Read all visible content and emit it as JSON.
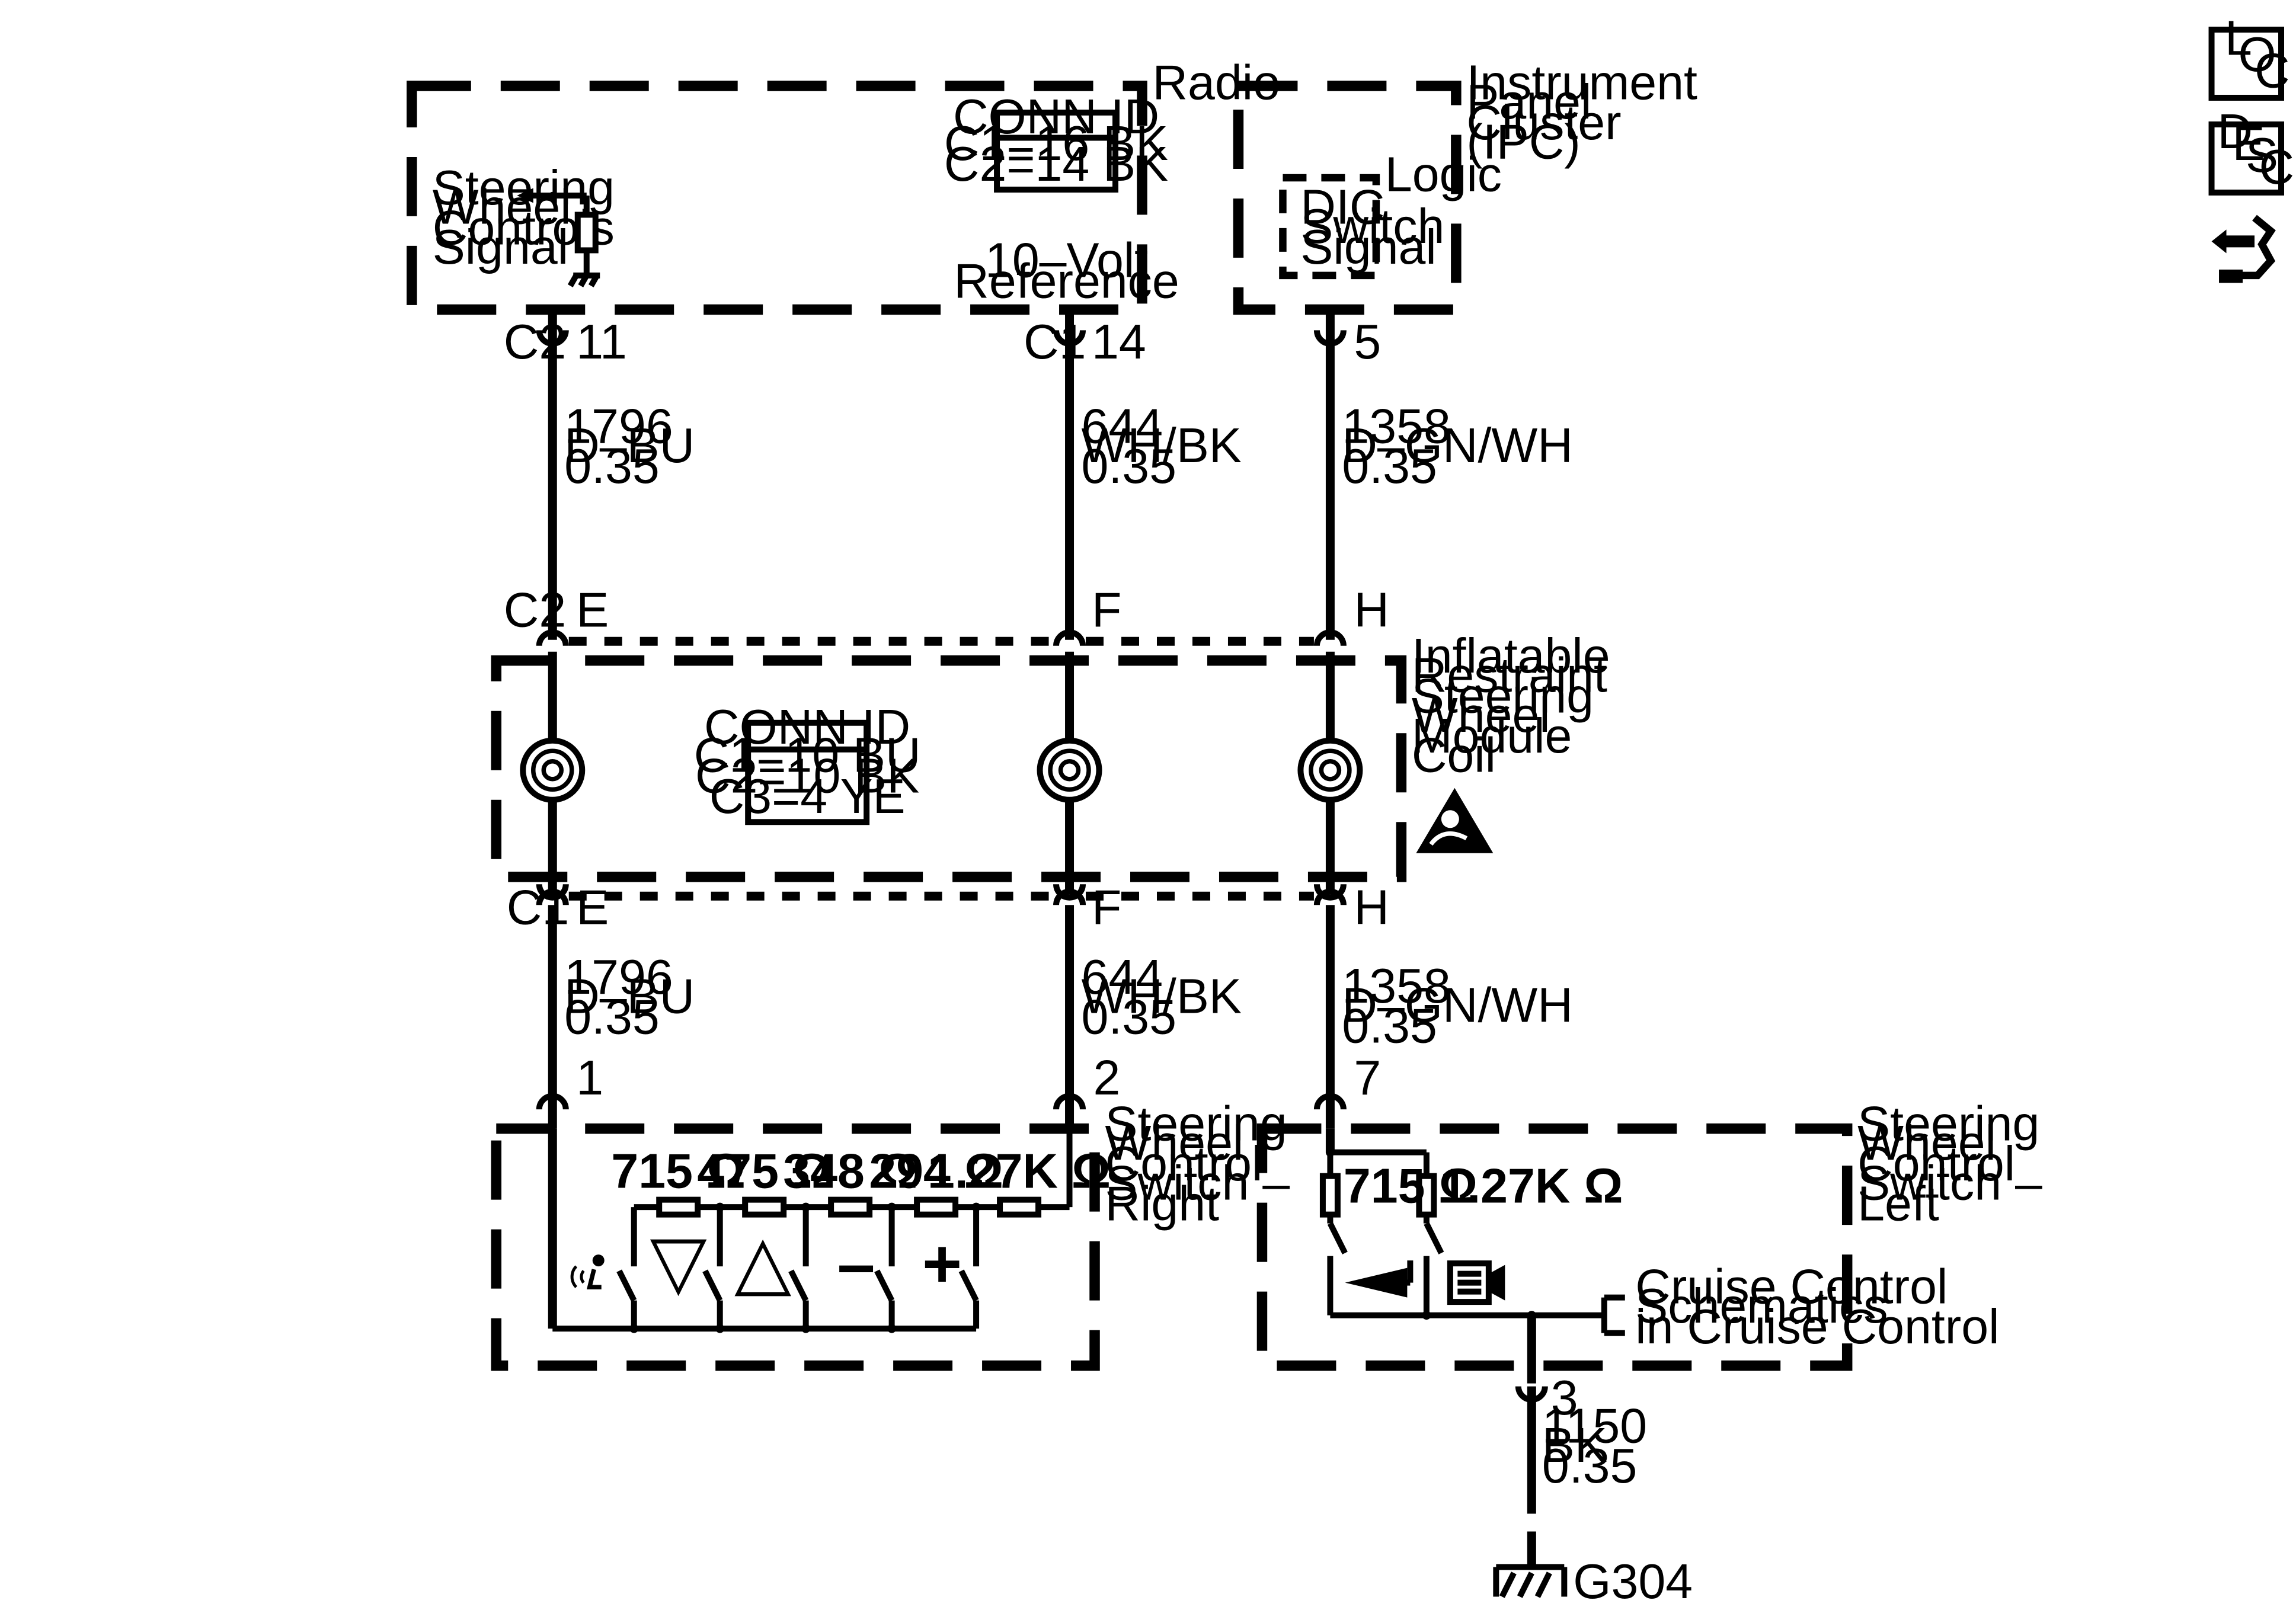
{
  "modules": {
    "radio": "Radio",
    "ipc": [
      "Instrument",
      "Panel",
      "Cluster",
      "(IPC)"
    ],
    "logic": "Logic",
    "coil": [
      "Inflatable",
      "Restraint",
      "Steering",
      "Wheel",
      "Module",
      "Coil"
    ],
    "switch_right": [
      "Steering",
      "Wheel",
      "Control",
      "Switch –",
      "Right"
    ],
    "switch_left": [
      "Steering",
      "Wheel",
      "Control",
      "Switch –",
      "Left"
    ]
  },
  "radio_conn_id": {
    "header": "CONN ID",
    "lines": [
      "C1=16 BK",
      "C2=14 BK"
    ]
  },
  "coil_conn_id": {
    "header": "CONN ID",
    "lines": [
      "C1=10 BU",
      "C2=10 BK",
      "C3=4 YE"
    ]
  },
  "signals": {
    "swc_signal": [
      "Steering",
      "Wheel",
      "Controls",
      "Signal"
    ],
    "ref_10v": [
      "10–Volt",
      "Reference"
    ],
    "dic_switch": [
      "DIC",
      "Switch",
      "Signal"
    ]
  },
  "connectors": {
    "radio_c2": {
      "conn": "C2",
      "pin": "11"
    },
    "radio_c1": {
      "conn": "C1",
      "pin": "14"
    },
    "ipc_pin": "5",
    "coil_c2": {
      "conn": "C2",
      "pins": [
        "E",
        "F",
        "H"
      ]
    },
    "coil_c1": {
      "conn": "C1",
      "pins": [
        "E",
        "F",
        "H"
      ]
    },
    "swr_pins": [
      "1",
      "2"
    ],
    "swl_pin_top": "7",
    "swl_pin_bottom": "3"
  },
  "wires": {
    "upper_left": [
      "1796",
      "D–BU",
      "0.35"
    ],
    "upper_mid": [
      "644",
      "WH/BK",
      "0.35"
    ],
    "upper_right": [
      "1358",
      "D–GN/WH",
      "0.35"
    ],
    "lower_left": [
      "1796",
      "D–BU",
      "0.35"
    ],
    "lower_mid": [
      "644",
      "WH/BK",
      "0.35"
    ],
    "lower_right": [
      "1358",
      "D–GN/WH",
      "0.35"
    ],
    "ground": [
      "1150",
      "BK",
      "0.35"
    ]
  },
  "resistors_right": [
    "715 Ω",
    "475 Ω",
    "348 Ω",
    "294 Ω",
    "1.27K Ω"
  ],
  "switch_symbols_right": [
    "▽",
    "△",
    "–",
    "+"
  ],
  "resistors_left": [
    "715 Ω",
    "1.27K Ω"
  ],
  "cruise_ref": [
    "Cruise Control",
    "Schematics",
    "in Cruise Control"
  ],
  "ground_label": "G304",
  "side_icons": {
    "loc": [
      "L",
      "O",
      "C"
    ],
    "desc": [
      "D",
      "E",
      "S",
      "C"
    ]
  }
}
